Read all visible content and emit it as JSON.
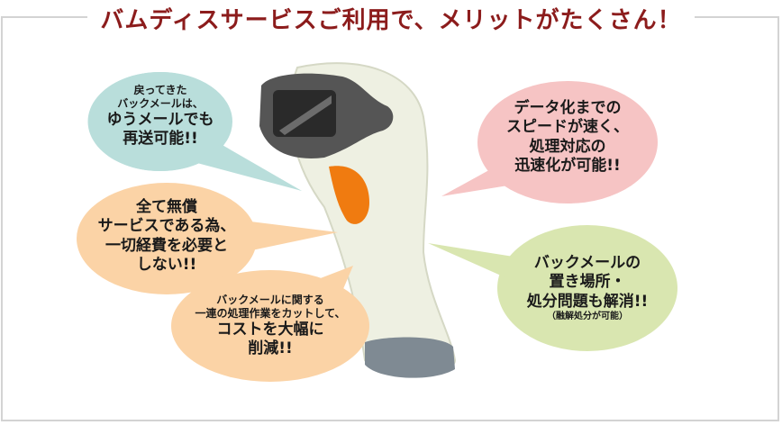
{
  "title": "バムディスサービスご利用で、メリットがたくさん！",
  "colors": {
    "title": "#8c1c1c",
    "teal": "#b9dedb",
    "orange": "#fbd3a6",
    "pink": "#f6c4c4",
    "green": "#d9e6b0"
  },
  "bubbles": {
    "resend": {
      "small1": "戻ってきた",
      "small2": "バックメールは、",
      "large1": "ゆうメールでも",
      "large2": "再送可能!!"
    },
    "free": {
      "l1": "全て無償",
      "l2": "サービスである為、",
      "l3": "一切経費を必要と",
      "l4": "しない!!"
    },
    "cost": {
      "small1": "バックメールに関する",
      "small2": "一連の処理作業をカットして、",
      "large1": "コストを大幅に",
      "large2": "削減!!"
    },
    "speed": {
      "l1": "データ化までの",
      "l2": "スピードが速く、",
      "l3": "処理対応の",
      "l4": "迅速化が可能!!"
    },
    "storage": {
      "l1": "バックメールの",
      "l2": "置き場所・",
      "l3": "処分問題も解消!!",
      "note": "（融解処分が可能）"
    }
  }
}
